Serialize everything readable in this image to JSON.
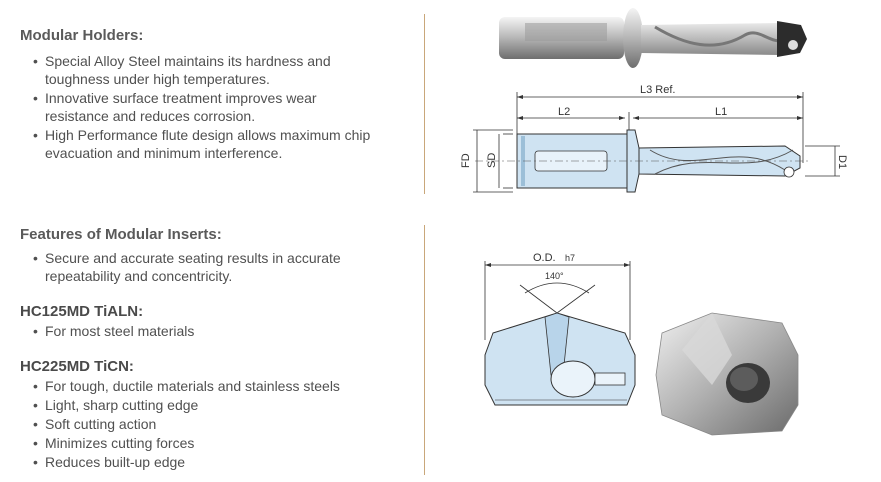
{
  "modular_holders": {
    "title": "Modular Holders:",
    "bullets": [
      "Special Alloy Steel maintains its hardness and toughness under high temperatures.",
      "Innovative surface treatment improves wear resistance and reduces corrosion.",
      "High Performance flute design allows maximum chip evacuation and minimum interference."
    ]
  },
  "modular_inserts": {
    "title": "Features of Modular Inserts:",
    "bullets": [
      "Secure and accurate seating results in accurate repeatability and concentricity."
    ]
  },
  "hc125": {
    "title": "HC125MD TiALN:",
    "bullets": [
      "For most steel materials"
    ]
  },
  "hc225": {
    "title": "HC225MD TiCN:",
    "bullets": [
      "For tough, ductile materials and stainless steels",
      "Light, sharp cutting edge",
      "Soft cutting action",
      "Minimizes cutting forces",
      "Reduces built-up edge"
    ]
  },
  "holder_drawing": {
    "l3": "L3 Ref.",
    "l2": "L2",
    "l1": "L1",
    "fd": "FD",
    "sd": "SD",
    "d1": "D1"
  },
  "insert_drawing": {
    "od": "O.D.",
    "h7": "h7",
    "angle": "140°"
  },
  "colors": {
    "accent_divider": "#c9a77a",
    "drawing_fill": "#cfe3f2",
    "drawing_stroke": "#333333"
  }
}
